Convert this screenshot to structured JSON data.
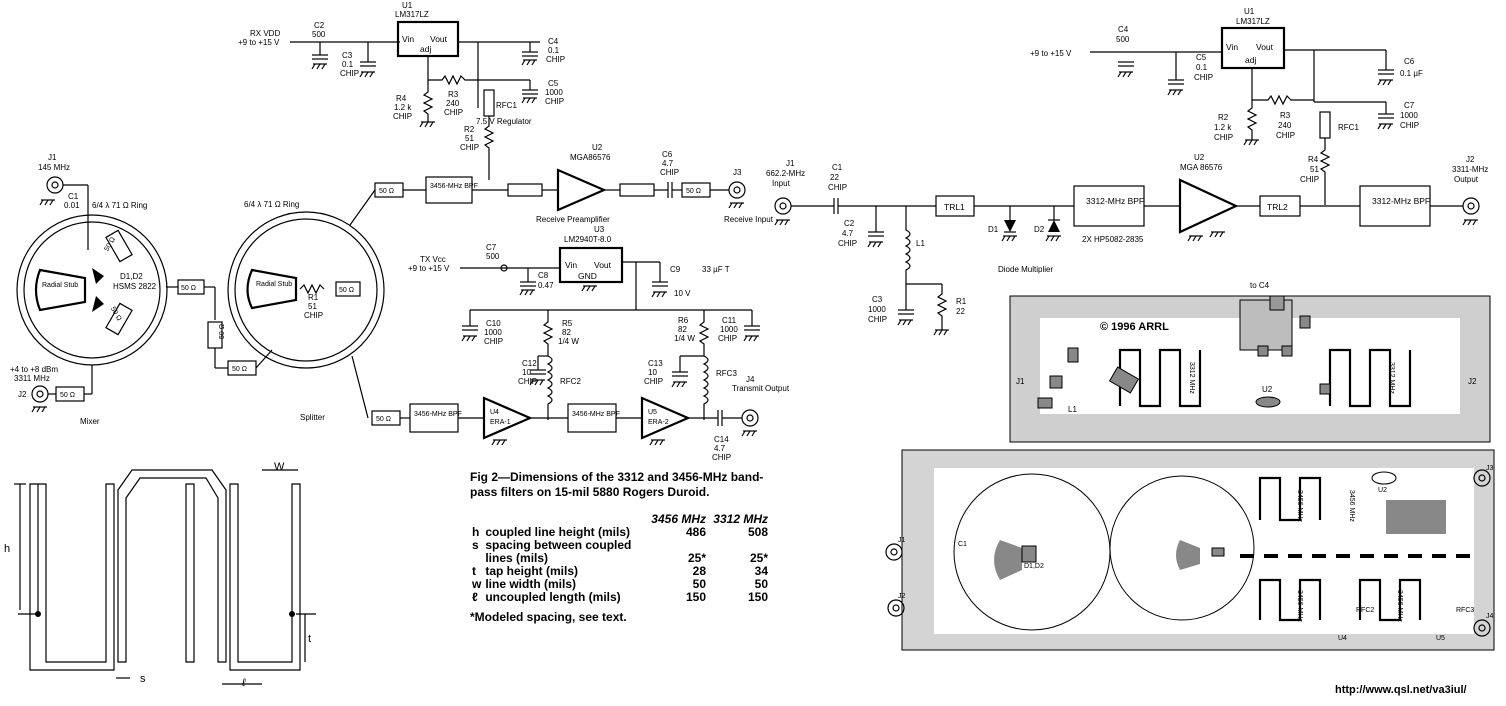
{
  "mixer": {
    "j1_label": "J1",
    "j1_freq": "145 MHz",
    "c1_label": "C1",
    "c1_value": "0.01",
    "ring_label": "6/4 λ 71 Ω Ring",
    "stub_label": "Radial Stub",
    "diode_label": "D1,D2",
    "diode_part": "HSMS 2822",
    "r50_a": "50 Ω",
    "r50_b": "50 Ω",
    "r50_out": "50 Ω",
    "r50_j2": "50 Ω",
    "lo_level": "+4 to +8 dBm",
    "lo_freq": "3311 MHz",
    "j2_label": "J2",
    "caption": "Mixer"
  },
  "splitter": {
    "ring_label": "6/4 λ 71 Ω Ring",
    "stub_label": "Radial Stub",
    "r50_in": "50 Ω",
    "r50_top": "50 Ω",
    "r50_bot": "50 Ω",
    "r50_mid": "50 Ω",
    "r50_link": "50 Ω",
    "r1_label": "R1",
    "r1_value": "51",
    "r1_type": "CHIP",
    "caption": "Splitter"
  },
  "rx": {
    "supply_label": "RX VDD",
    "supply_range": "+9 to +15 V",
    "c2": "C2",
    "c2_val": "500",
    "c3": "C3",
    "c3_val": "0.1",
    "c3_type": "CHIP",
    "u1": "U1",
    "u1_part": "LM317LZ",
    "vin": "Vin",
    "vout": "Vout",
    "adj": "adj",
    "c4": "C4",
    "c4_val": "0.1",
    "c4_type": "CHIP",
    "c5": "C5",
    "c5_val": "1000",
    "c5_type": "CHIP",
    "r4": "R4",
    "r4_val": "1.2 k",
    "r4_type": "CHIP",
    "r3": "R3",
    "r3_val": "240",
    "r3_type": "CHIP",
    "rfc1": "RFC1",
    "reg": "7.5 V Regulator",
    "r2": "R2",
    "r2_val": "51",
    "r2_type": "CHIP",
    "u2": "U2",
    "u2_part": "MGA86576",
    "c6": "C6",
    "c6_val": "4.7",
    "c6_type": "CHIP",
    "bpf": "3456-MHz BPF",
    "preamp": "Receive Preamplifier",
    "r50": "50 Ω",
    "j3": "J3",
    "j3_label": "Receive Input"
  },
  "tx": {
    "supply_label": "TX Vcc",
    "supply_range": "+9 to +15 V",
    "c7": "C7",
    "c7_val": "500",
    "u3": "U3",
    "u3_part": "LM2940T-8.0",
    "vin": "Vin",
    "vout": "Vout",
    "gnd": "GND",
    "c8": "C8",
    "c8_val": "0.47",
    "c9": "C9",
    "c9_val": "33 µF T",
    "c9_v": "10 V",
    "c10": "C10",
    "c10_val": "1000",
    "c10_type": "CHIP",
    "r5": "R5",
    "r5_val": "82",
    "r5_w": "1/4 W",
    "r6": "R6",
    "r6_val": "82",
    "r6_w": "1/4 W",
    "c11": "C11",
    "c11_val": "1000",
    "c11_type": "CHIP",
    "c12": "C12",
    "c12_val": "10",
    "c12_type": "CHIP",
    "c13": "C13",
    "c13_val": "10",
    "c13_type": "CHIP",
    "rfc2": "RFC2",
    "rfc3": "RFC3",
    "bpf1": "3456-MHz BPF",
    "bpf2": "3456-MHz BPF",
    "u4": "U4",
    "u4_part": "ERA-1",
    "u5": "U5",
    "u5_part": "ERA-2",
    "c14": "C14",
    "c14_val": "4.7",
    "c14_type": "CHIP",
    "r50": "50 Ω",
    "j4": "J4",
    "j4_label": "Transmit Output"
  },
  "mult": {
    "c4": "C4",
    "c4_val": "500",
    "supply_range": "+9 to +15 V",
    "u1": "U1",
    "u1_part": "LM317LZ",
    "vin": "Vin",
    "vout": "Vout",
    "adj": "adj",
    "c5": "C5",
    "c5_val": "0.1",
    "c5_type": "CHIP",
    "c6": "C6",
    "c6_val": "0.1 µF",
    "c7": "C7",
    "c7_val": "1000",
    "c7_type": "CHIP",
    "r2": "R2",
    "r2_val": "1.2 k",
    "r2_type": "CHIP",
    "r3": "R3",
    "r3_val": "240",
    "r3_type": "CHIP",
    "rfc1": "RFC1",
    "r4": "R4",
    "r4_val": "51",
    "r4_type": "CHIP",
    "j1": "J1",
    "j1_freq": "662.2-MHz",
    "j1_label": "Input",
    "c1": "C1",
    "c1_val": "22",
    "c1_type": "CHIP",
    "c2": "C2",
    "c2_val": "4.7",
    "c2_type": "CHIP",
    "l1": "L1",
    "c3": "C3",
    "c3_val": "1000",
    "c3_type": "CHIP",
    "r1": "R1",
    "r1_val": "22",
    "trl1": "TRL1",
    "trl2": "TRL2",
    "d1": "D1",
    "d2": "D2",
    "diode_part": "2X HP5082-2835",
    "dm_label": "Diode Multiplier",
    "bpf1": "3312-MHz BPF",
    "bpf2": "3312-MHz BPF",
    "u2": "U2",
    "u2_part": "MGA 86576",
    "j2": "J2",
    "j2_freq": "3311-MHz",
    "j2_label": "Output"
  },
  "pcb1": {
    "copyright": "© 1996 ARRL",
    "to_c4": "to C4",
    "j1": "J1",
    "j2": "J2",
    "l1": "L1",
    "u2": "U2",
    "filter_a": "3312 MHz",
    "filter_b": "3312 MHz"
  },
  "pcb2": {
    "j1": "J1",
    "j2": "J2",
    "j3": "J3",
    "j4": "J4",
    "c1": "C1",
    "d1d2": "D1,D2",
    "u2": "U2",
    "u4": "U4",
    "u5": "U5",
    "rfc2": "RFC2",
    "rfc3": "RFC3",
    "f1": "3456 MHz",
    "f2": "3456 MHz",
    "f3": "3456 MHz",
    "f4": "3456 MHz"
  },
  "bpf_drawing": {
    "h": "h",
    "s": "s",
    "t": "t",
    "w": "W",
    "l": "ℓ"
  },
  "fig2": {
    "caption": "Fig 2—Dimensions of the 3312 and 3456-MHz band-pass filters on 15-mil 5880 Rogers Duroid.",
    "col1": "3456 MHz",
    "col2": "3312 MHz",
    "rows": [
      {
        "sym": "h",
        "desc": "coupled line height (mils)",
        "v1": "486",
        "v2": "508"
      },
      {
        "sym": "s",
        "desc": "spacing between coupled lines (mils)",
        "v1": "25*",
        "v2": "25*"
      },
      {
        "sym": "t",
        "desc": "tap height (mils)",
        "v1": "28",
        "v2": "34"
      },
      {
        "sym": "w",
        "desc": "line width (mils)",
        "v1": "50",
        "v2": "50"
      },
      {
        "sym": "ℓ",
        "desc": "uncoupled length (mils)",
        "v1": "150",
        "v2": "150"
      }
    ],
    "note": "*Modeled spacing, see text."
  },
  "url": "http://www.qsl.net/va3iul/"
}
